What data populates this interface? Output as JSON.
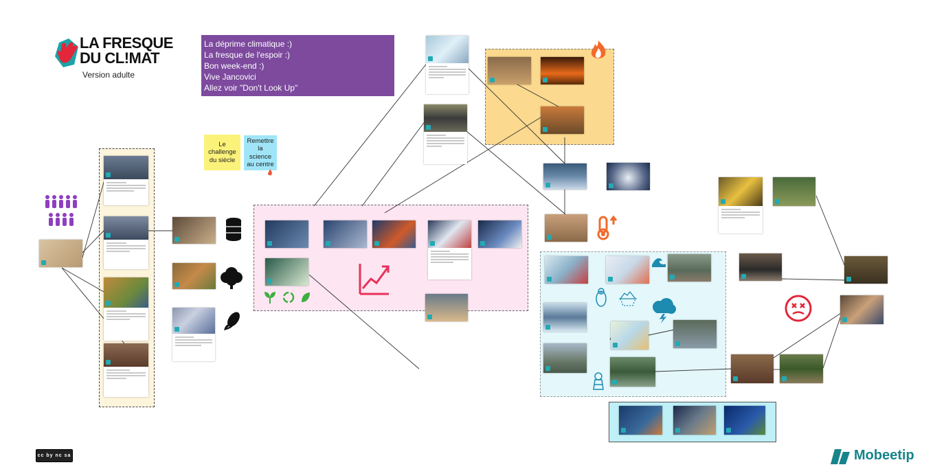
{
  "logo": {
    "line1": "LA FRESQUE",
    "line2": "DU CL!MAT",
    "subtitle": "Version adulte"
  },
  "purple_note": {
    "lines": [
      "La déprime climatique :)",
      "La fresque de l'espoir :)",
      "Bon week-end :)",
      "Vive Jancovici",
      "Allez voir \"Don't Look Up\""
    ]
  },
  "sticky_yellow": {
    "text": "Le challenge du siècle"
  },
  "sticky_blue": {
    "text": "Remettre la science au centre"
  },
  "brand": {
    "name": "Mobeetip"
  },
  "license": {
    "text": "cc by nc sa"
  },
  "colors": {
    "purple": "#7d4a9e",
    "accent_red": "#e8315a",
    "orange_zone": "#fbd98e",
    "pink_zone": "#fde6f2",
    "cyan_zone": "#e4f7fb",
    "teal": "#1d8a8f"
  },
  "icons": [
    "people-icon",
    "oil-barrel-icon",
    "tree-icon",
    "corn-icon",
    "growth-chart-icon",
    "plant-icon",
    "recycle-icon",
    "fire-icon",
    "thermometer-icon",
    "wave-icon",
    "penguin-icon",
    "iceberg-icon",
    "storm-icon",
    "dead-face-icon",
    "lighthouse-icon"
  ]
}
